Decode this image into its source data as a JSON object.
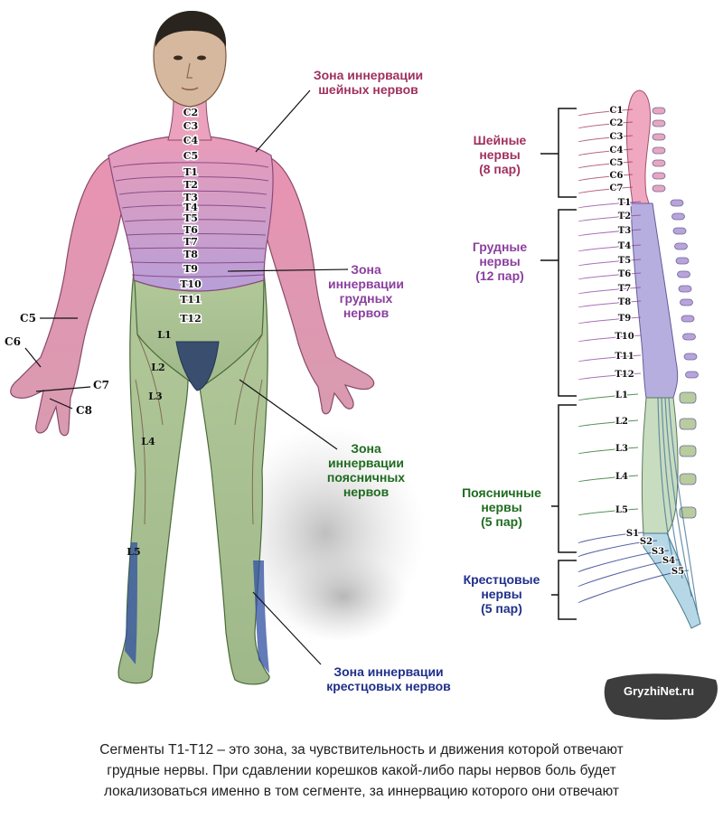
{
  "colors": {
    "cervical": "#a0305e",
    "thoracic": "#8a3f9e",
    "lumbar": "#1f6b1f",
    "sacral": "#1f2f8a",
    "cervical_fill": "#e8a6bf",
    "thoracic_fill": "#b9a3da",
    "lumbar_fill": "#b8cc9e",
    "sacral_fill": "#a9d2e0"
  },
  "body_zones": {
    "cervical": [
      "Зона иннервации",
      "шейных нервов"
    ],
    "thoracic": [
      "Зона",
      "иннервации",
      "грудных",
      "нервов"
    ],
    "lumbar": [
      "Зона",
      "иннервации",
      "поясничных",
      "нервов"
    ],
    "sacral": [
      "Зона иннервации",
      "крестцовых нервов"
    ]
  },
  "body_segment_labels": {
    "trunk": [
      "C2",
      "C3",
      "C4",
      "C5",
      "T1",
      "T2",
      "T3",
      "T4",
      "T5",
      "T6",
      "T7",
      "T8",
      "T9",
      "T10",
      "T11",
      "T12"
    ],
    "leg": [
      "L1",
      "L2",
      "L3",
      "L4",
      "L5"
    ],
    "arm": [
      "C5",
      "C6",
      "C7",
      "C8"
    ]
  },
  "spine_groups": {
    "cervical": [
      "Шейные",
      "нервы",
      "(8 пар)"
    ],
    "thoracic": [
      "Грудные",
      "нервы",
      "(12 пар)"
    ],
    "lumbar": [
      "Поясничные",
      "нервы",
      "(5 пар)"
    ],
    "sacral": [
      "Крестцовые",
      "нервы",
      "(5 пар)"
    ]
  },
  "spine_labels": {
    "cervical": [
      "C1",
      "C2",
      "C3",
      "C4",
      "C5",
      "C6",
      "C7"
    ],
    "thoracic": [
      "T1",
      "T2",
      "T3",
      "T4",
      "T5",
      "T6",
      "T7",
      "T8",
      "T9",
      "T10",
      "T11",
      "T12"
    ],
    "lumbar": [
      "L1",
      "L2",
      "L3",
      "L4",
      "L5"
    ],
    "sacral": [
      "S1",
      "S2",
      "S3",
      "S4",
      "S5"
    ]
  },
  "watermark": "GryzhiNet.ru",
  "caption": [
    "Сегменты Т1-Т12 – это зона, за чувствительность и движения которой отвечают",
    "грудные нервы. При сдавлении корешков какой-либо пары нервов боль будет",
    "локализоваться именно в том сегменте, за иннервацию которого они отвечают"
  ]
}
